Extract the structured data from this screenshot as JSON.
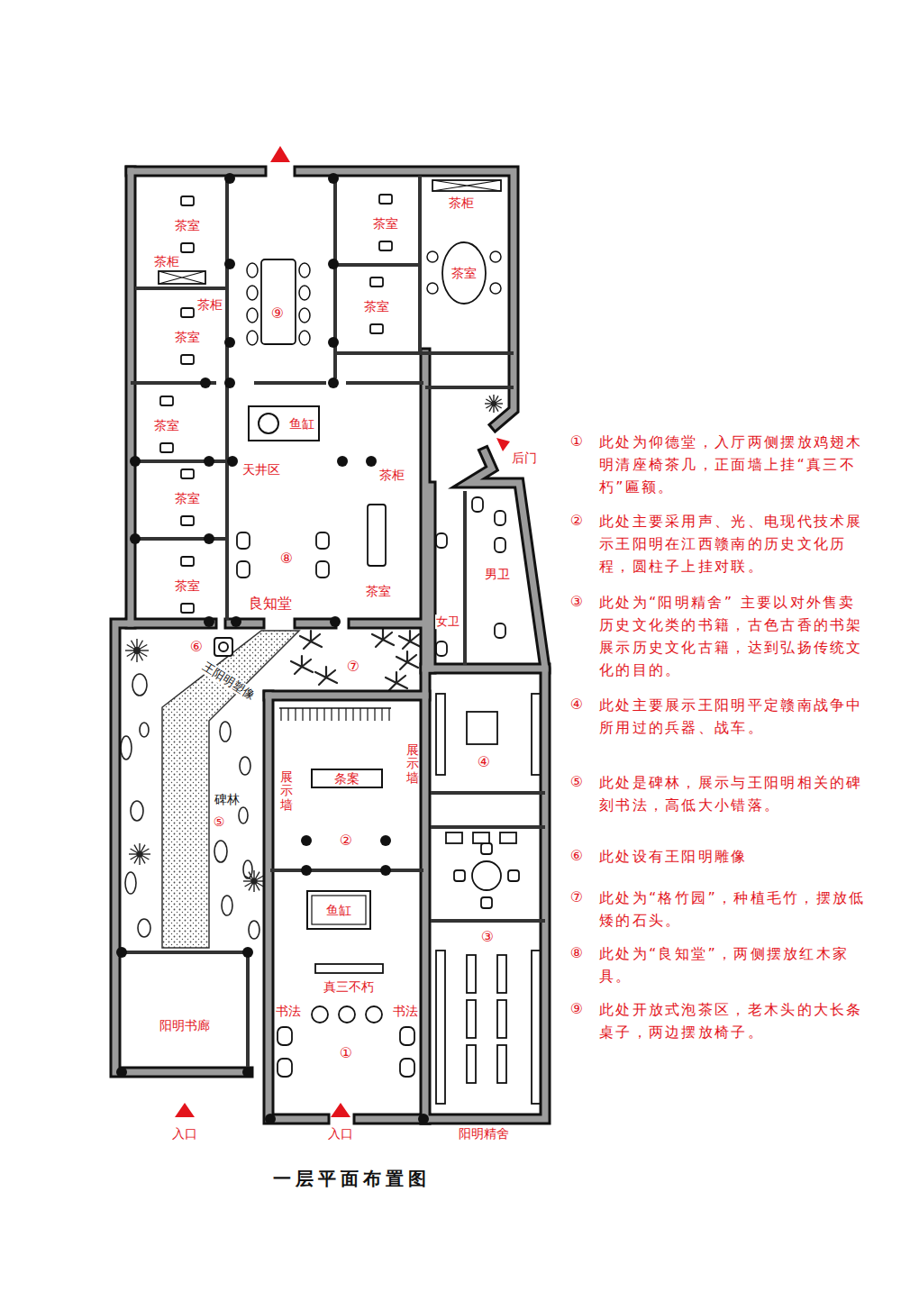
{
  "diagram": {
    "title": "一层平面布置图",
    "nodes": [
      {
        "text": [
          "茶室"
        ]
      },
      {
        "text": [
          "茶室"
        ]
      },
      {
        "text": [
          "茶室"
        ]
      },
      {
        "text": [
          "⑨"
        ]
      },
      {
        "text": [
          "茶室"
        ]
      },
      {
        "text": [
          "茶室"
        ]
      },
      {
        "text": [
          "天井区"
        ]
      },
      {
        "text": [
          "鱼缸"
        ],
        "in": 6
      },
      {
        "text": [
          "茶室"
        ]
      },
      {
        "text": [
          "茶室"
        ]
      },
      {
        "text": [
          "⑧",
          "良知堂"
        ]
      },
      {
        "text": [
          "茶室"
        ],
        "in": 10
      },
      {
        "text": [
          "茶室"
        ]
      },
      {
        "text": [
          "男卫"
        ]
      },
      {
        "text": [
          "女卫"
        ]
      },
      {
        "text": [
          "碑林",
          "⑤"
        ]
      },
      {
        "text": [
          "⑦"
        ]
      },
      {
        "text": [
          "④"
        ]
      },
      {
        "text": [
          "②"
        ]
      },
      {
        "text": [
          "条案"
        ],
        "in": 18
      },
      {
        "text": [
          "①"
        ]
      },
      {
        "text": [
          "鱼缸"
        ],
        "in": 20
      },
      {
        "text": [
          "③"
        ]
      },
      {
        "text": [
          "阳明书廊"
        ]
      }
    ],
    "labels": [
      "茶柜",
      "茶柜",
      "茶柜",
      "茶柜",
      "后门",
      "⑥",
      "王阳明塑像",
      "展示墙",
      "展示墙",
      "真三不朽",
      "书法",
      "书法",
      "阳明精舍",
      "入口",
      "入口",
      "①",
      "此处为仰德堂，入厅两侧摆放鸡翅木明清座椅茶几，正面墙上挂“真三不朽”匾额。",
      "②",
      "此处主要采用声、光、电现代技术展示王阳明在江西赣南的历史文化历程，圆柱子上挂对联。",
      "③",
      "此处为“阳明精舍” 主要以对外售卖历史文化类的书籍，古色古香的书架展示历史文化古籍，达到弘扬传统文化的目的。",
      "④",
      "此处主要展示王阳明平定赣南战争中所用过的兵器、战车。",
      "⑤",
      "此处是碑林，展示与王阳明相关的碑刻书法，高低大小错落。",
      "⑥",
      "此处设有王阳明雕像",
      "⑦",
      "此处为“格竹园”，种植毛竹，摆放低矮的石头。",
      "⑧",
      "此处为“良知堂”，两侧摆放红木家具。",
      "⑨",
      "此处开放式泡茶区，老木头的大长条桌子，两边摆放椅子。"
    ]
  }
}
